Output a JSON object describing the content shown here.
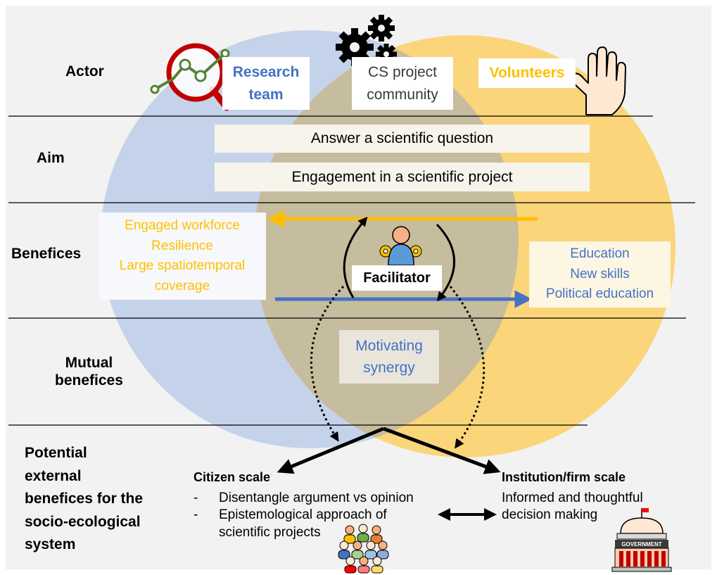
{
  "rows": {
    "actor": "Actor",
    "aim": "Aim",
    "benefices": "Benefices",
    "mutual": [
      "Mutual",
      "benefices"
    ],
    "external": [
      "Potential",
      "external",
      "benefices for the",
      "socio-ecological",
      "system"
    ]
  },
  "actors": {
    "research_team": [
      "Research",
      "team"
    ],
    "community": [
      "CS project",
      "community"
    ],
    "volunteers": "Volunteers"
  },
  "aims": [
    "Answer a scientific question",
    "Engagement in a scientific project"
  ],
  "benefices_research": [
    "Engaged workforce",
    "Resilience",
    "Large spatiotemporal",
    "coverage"
  ],
  "benefices_volunteers": [
    "Education",
    "New skills",
    "Political education"
  ],
  "facilitator": "Facilitator",
  "mutual_box": [
    "Motivating",
    "synergy"
  ],
  "citizen": {
    "title": "Citizen scale",
    "items": [
      {
        "dash": "-",
        "lines": [
          "Disentangle argument vs opinion"
        ]
      },
      {
        "dash": "-",
        "lines": [
          "Epistemological approach of",
          "scientific projects"
        ]
      }
    ]
  },
  "institution": {
    "title": "Institution/firm scale",
    "lines": [
      "Informed and thoughtful",
      "decision making"
    ]
  },
  "government_sign": "GOVERNMENT",
  "colors": {
    "research_circle": "#c5d3ea",
    "volunteer_circle": "#fbd57a",
    "overlap": "#c6bc9e",
    "research_text": "#4472c4",
    "volunteer_text": "#ffc000",
    "arrow_yellow": "#ffc000",
    "arrow_blue": "#4472c4"
  }
}
